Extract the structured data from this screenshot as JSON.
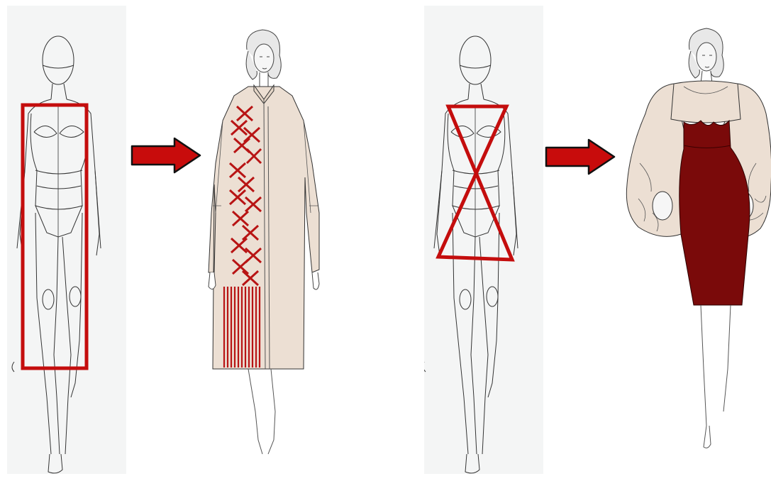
{
  "colors": {
    "accent_red": "#c40d0d",
    "garment_beige": "#ecdfd3",
    "embroidery_red": "#b81414",
    "wine_red": "#7a0a0a",
    "croquis_bg": "#f4f5f5",
    "outline": "#333333",
    "arrow_fill": "#c80c0c"
  },
  "panels": [
    {
      "id": "rectangle",
      "overlay_shape": "rectangle",
      "garment": "embroidered-coat"
    },
    {
      "id": "hourglass",
      "overlay_shape": "hourglass",
      "garment": "puff-sleeve-dress"
    }
  ],
  "arrows": [
    {
      "direction": "right"
    },
    {
      "direction": "right"
    }
  ]
}
